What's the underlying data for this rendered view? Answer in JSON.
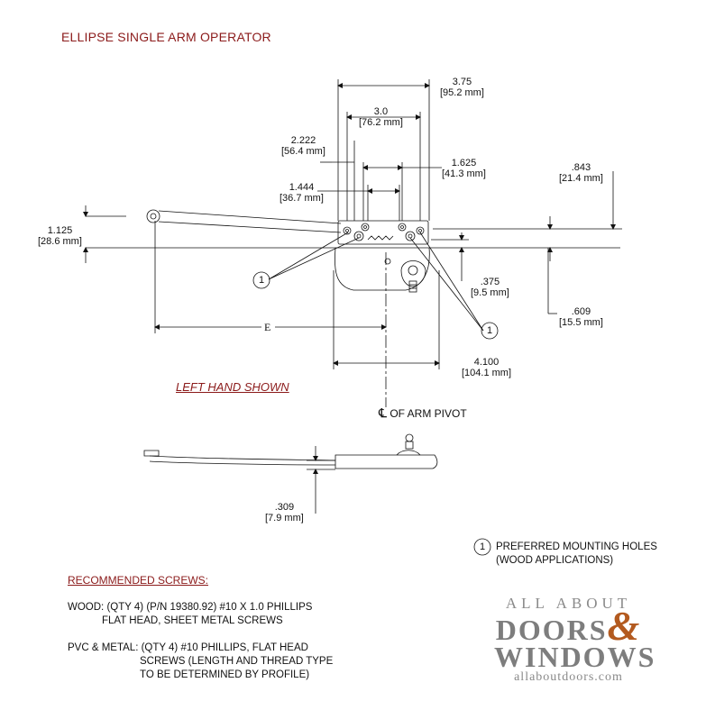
{
  "title": "ELLIPSE SINGLE ARM OPERATOR",
  "dimensions": {
    "overall_width": {
      "value": "3.75",
      "metric": "[95.2 mm]"
    },
    "hole_span_outer": {
      "value": "3.0",
      "metric": "[76.2 mm]"
    },
    "hole_offset_a": {
      "value": "2.222",
      "metric": "[56.4 mm]"
    },
    "hole_span_inner": {
      "value": "1.625",
      "metric": "[41.3 mm]"
    },
    "hole_offset_b": {
      "value": "1.444",
      "metric": "[36.7 mm]"
    },
    "vertical_offset": {
      "value": ".843",
      "metric": "[21.4 mm]"
    },
    "arm_height": {
      "value": "1.125",
      "metric": "[28.6 mm]"
    },
    "pivot_offset": {
      "value": ".375",
      "metric": "[9.5 mm]"
    },
    "base_depth": {
      "value": ".609",
      "metric": "[15.5 mm]"
    },
    "base_length": {
      "value": "4.100",
      "metric": "[104.1 mm]"
    },
    "profile_height": {
      "value": ".309",
      "metric": "[7.9 mm]"
    },
    "arm_length_label": "E"
  },
  "callout_number": "1",
  "left_hand_label": "LEFT HAND SHOWN",
  "centerline": {
    "symbol": "℄",
    "label": "OF ARM PIVOT"
  },
  "legend": {
    "number": "1",
    "line1": "PREFERRED MOUNTING HOLES",
    "line2": "(WOOD APPLICATIONS)"
  },
  "screws": {
    "heading": "RECOMMENDED SCREWS:",
    "wood_line1": "WOOD: (QTY 4) (P/N 19380.92) #10 X 1.0 PHILLIPS",
    "wood_line2": "FLAT HEAD, SHEET METAL SCREWS",
    "pvc_line1": "PVC & METAL: (QTY 4) #10 PHILLIPS, FLAT HEAD",
    "pvc_line2": "SCREWS (LENGTH AND THREAD TYPE",
    "pvc_line3": "TO BE DETERMINED BY PROFILE)"
  },
  "logo": {
    "line1": "ALL ABOUT",
    "line2a": "DOORS",
    "amp": "&",
    "line3": "WINDOWS",
    "line4": "allaboutdoors.com"
  },
  "colors": {
    "title": "#8b1a1a",
    "line": "#111111",
    "logo_gray": "#7d7d7d",
    "logo_accent": "#b35a1f"
  }
}
